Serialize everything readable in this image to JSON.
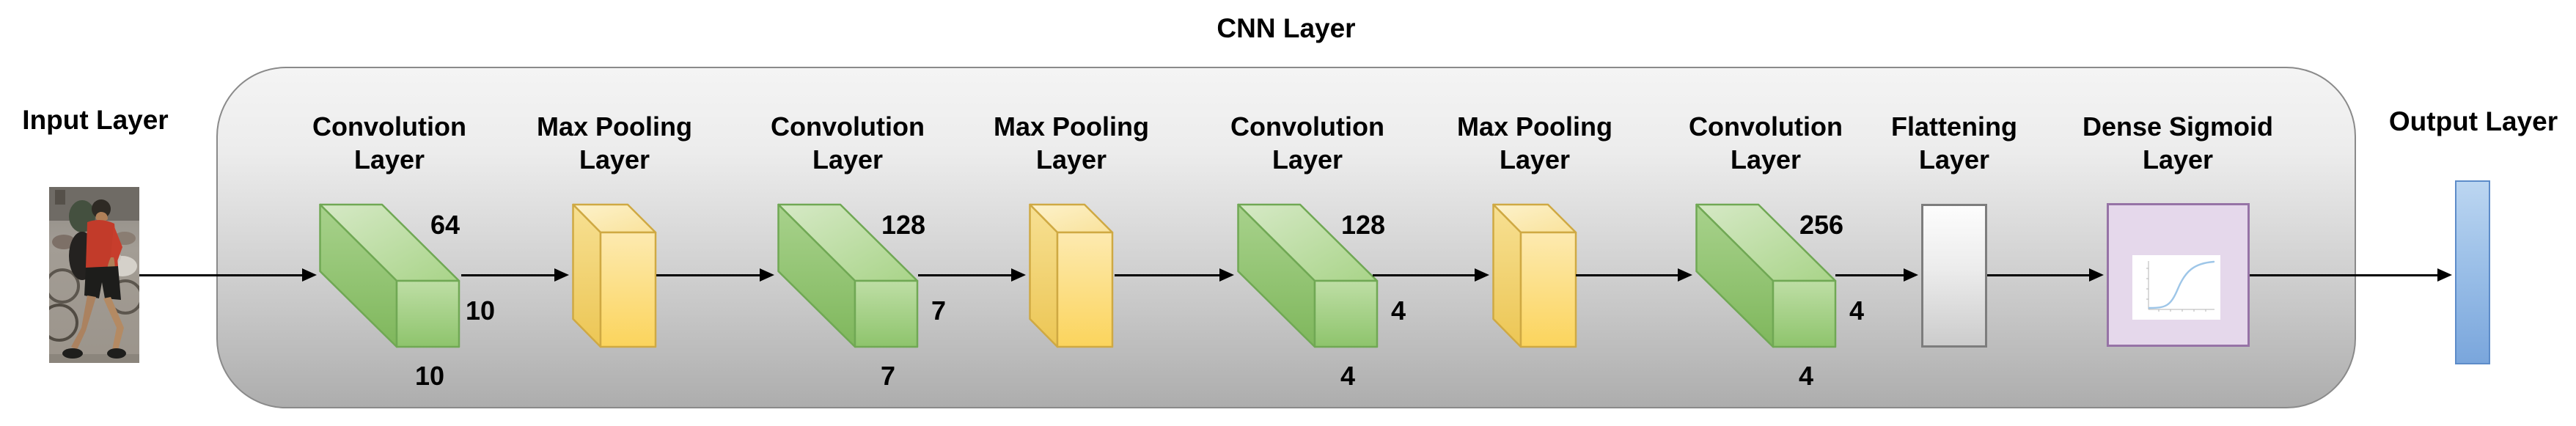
{
  "title": "CNN Layer",
  "input": {
    "label": "Input Layer"
  },
  "output": {
    "label": "Output Layer"
  },
  "layers": [
    {
      "name": "conv1",
      "label1": "Convolution",
      "label2": "Layer",
      "filters": "64",
      "size_right": "10",
      "size_bottom": "10"
    },
    {
      "name": "pool1",
      "label1": "Max Pooling",
      "label2": "Layer"
    },
    {
      "name": "conv2",
      "label1": "Convolution",
      "label2": "Layer",
      "filters": "128",
      "size_right": "7",
      "size_bottom": "7"
    },
    {
      "name": "pool2",
      "label1": "Max Pooling",
      "label2": "Layer"
    },
    {
      "name": "conv3",
      "label1": "Convolution",
      "label2": "Layer",
      "filters": "128",
      "size_right": "4",
      "size_bottom": "4"
    },
    {
      "name": "pool3",
      "label1": "Max Pooling",
      "label2": "Layer"
    },
    {
      "name": "conv4",
      "label1": "Convolution",
      "label2": "Layer",
      "filters": "256",
      "size_right": "4",
      "size_bottom": "4"
    },
    {
      "name": "flatten",
      "label1": "Flattening",
      "label2": "Layer"
    },
    {
      "name": "dense",
      "label1": "Dense Sigmoid",
      "label2": "Layer"
    }
  ],
  "colors": {
    "conv_stroke": "#70a854",
    "pool_stroke": "#cfa943",
    "flatten_stroke": "#7d7d7d",
    "dense_fill": "#e5d8eb",
    "dense_stroke": "#9673a6",
    "output_fill": "#9cc0e8",
    "output_stroke": "#5d8cc9",
    "sigmoid_curve": "#9ec6e8",
    "container_top": "#f4f4f4",
    "container_bottom": "#adadad",
    "arrow": "#000000"
  }
}
